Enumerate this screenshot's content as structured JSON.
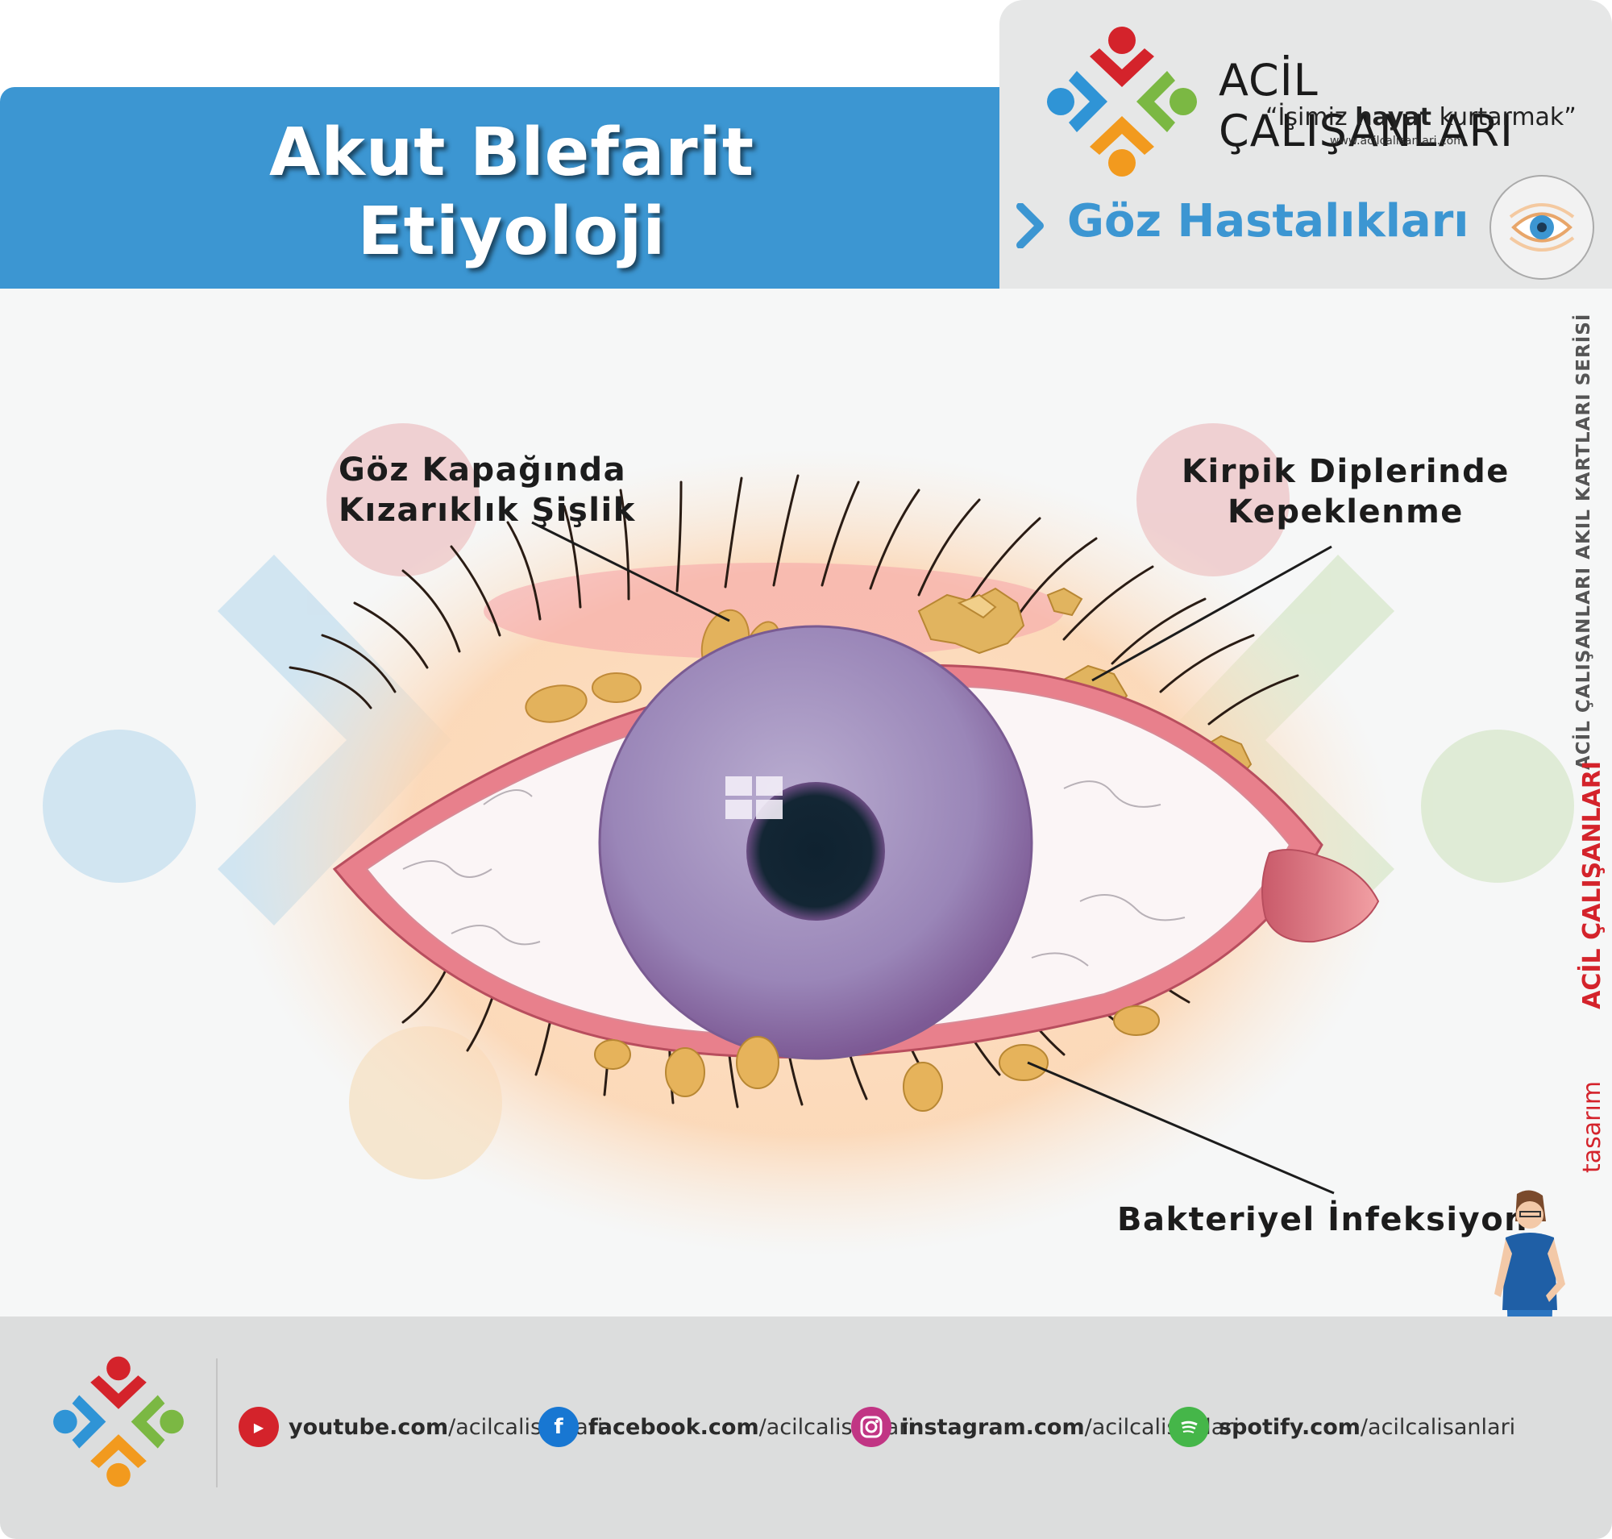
{
  "header": {
    "title_line1": "Akut Blefarit",
    "title_line2": "Etiyoloji",
    "brand_name": "ACİL ÇALIŞANLARI",
    "slogan_prefix": "“İşimiz ",
    "slogan_bold": "hayat",
    "slogan_suffix": " kurtarmak”",
    "website": "www.acilcalisanlari.com",
    "category": "Göz Hastalıkları"
  },
  "labels": {
    "eyelid_redness_line1": "Göz Kapağında",
    "eyelid_redness_line2": "Kızarıklık Şişlik",
    "dandruff_line1": "Kirpik Diplerinde",
    "dandruff_line2": "Kepeklenme",
    "bacterial": "Bakteriyel İnfeksiyon"
  },
  "side": {
    "series": "ACİL ÇALIŞANLARI AKIL KARTLARI SERİSİ",
    "design_prefix": "tasarım",
    "design_brand": "ACİL ÇALIŞANLARI"
  },
  "footer": {
    "youtube_domain": "youtube.com",
    "youtube_path": "/acilcalisanlari",
    "facebook_domain": "facebook.com",
    "facebook_path": "/acilcalisanlari",
    "instagram_domain": "instagram.com",
    "instagram_path": "/acilcalisanlari",
    "spotify_domain": "spotify.com",
    "spotify_path": "/acilcalisanlari"
  },
  "colors": {
    "title_band": "#3c96d2",
    "brand_red": "#d4232b",
    "brand_green": "#7bb843",
    "brand_orange": "#f29a1e",
    "brand_blue": "#2f94d6",
    "iris": "#9d88b8"
  },
  "icons": [
    "chevron-right-icon",
    "eye-icon",
    "youtube-icon",
    "facebook-icon",
    "instagram-icon",
    "spotify-icon",
    "logo-icon",
    "nurse-figure"
  ]
}
